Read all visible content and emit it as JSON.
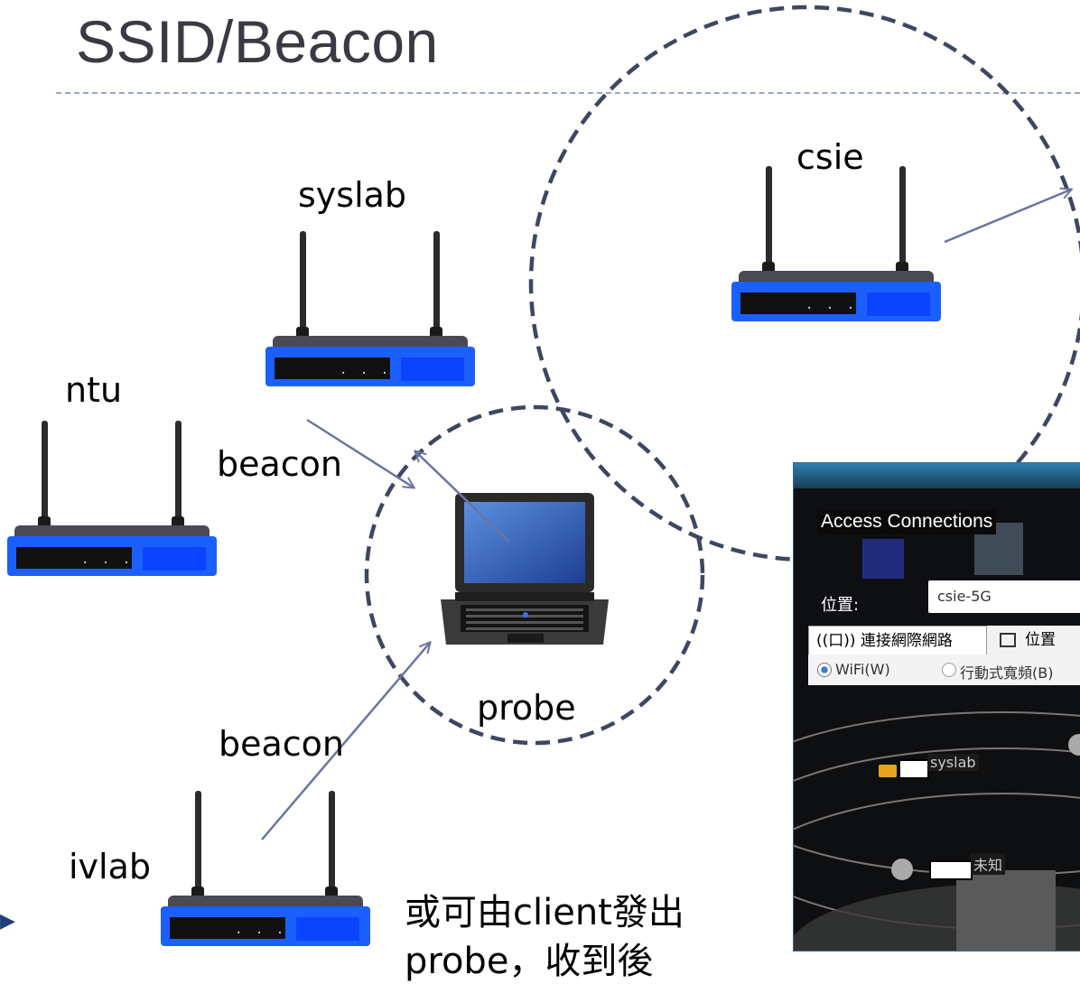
{
  "slide": {
    "title": "SSID/Beacon"
  },
  "routers": {
    "syslab": "syslab",
    "csie": "csie",
    "ntu": "ntu",
    "ivlab": "ivlab",
    "dots": ". . ."
  },
  "arrows": {
    "beacon_top": "beacon",
    "beacon_bottom": "beacon",
    "probe": "probe"
  },
  "note": {
    "line1": "或可由client發出",
    "line2": "probe，收到後"
  },
  "app": {
    "title": "Access Connections",
    "location_label": "位置:",
    "location_value": "csie-5G",
    "tab_connect": "((口)) 連接網際網路",
    "tab_location": "位置",
    "radio_wifi": "WiFi(W)",
    "radio_mobile": "行動式寬頻(B)",
    "net_syslab": "syslab",
    "net_unknown": "未知"
  },
  "colors": {
    "router_blue": "#1c5fff",
    "dashed_circle": "#3d4663",
    "arrow": "#6a74a4",
    "divider": "#9aa4c4"
  }
}
